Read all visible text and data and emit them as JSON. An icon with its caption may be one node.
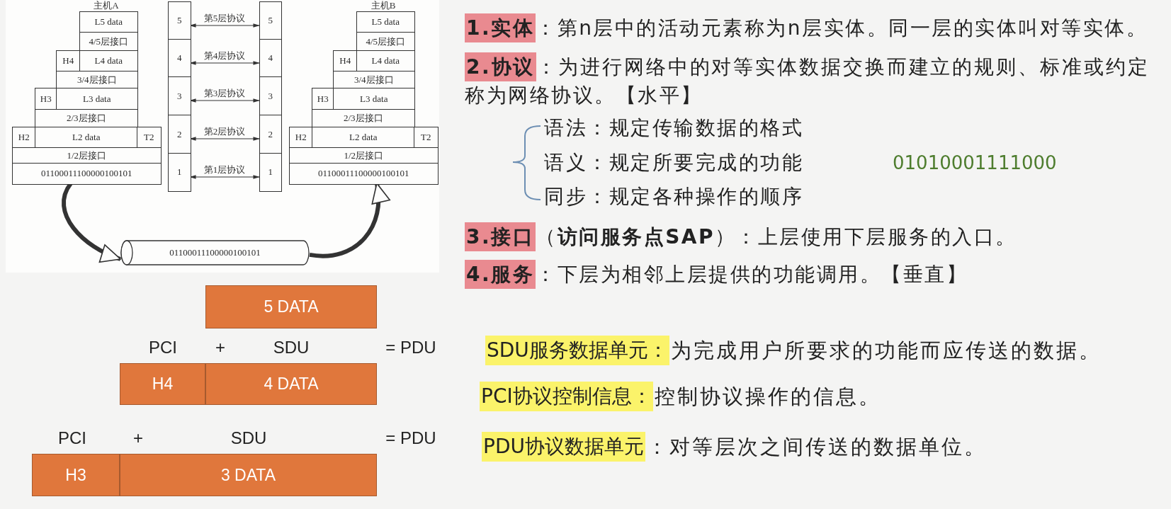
{
  "diagram": {
    "nodes": [
      {
        "text": [
          "L5 data"
        ]
      },
      {
        "text": [
          "4/5层接口"
        ]
      },
      {
        "text": [
          "H4"
        ]
      },
      {
        "text": [
          "L4 data"
        ]
      },
      {
        "text": [
          "3/4层接口"
        ]
      },
      {
        "text": [
          "H3"
        ]
      },
      {
        "text": [
          "L3 data"
        ]
      },
      {
        "text": [
          "2/3层接口"
        ]
      },
      {
        "text": [
          "H2"
        ]
      },
      {
        "text": [
          "L2 data"
        ]
      },
      {
        "text": [
          "T2"
        ]
      },
      {
        "text": [
          "1/2层接口"
        ]
      },
      {
        "text": [
          "01100011100000100101"
        ]
      },
      {
        "text": [
          "5"
        ]
      },
      {
        "text": [
          "5"
        ]
      },
      {
        "text": [
          "4"
        ]
      },
      {
        "text": [
          "4"
        ]
      },
      {
        "text": [
          "3"
        ]
      },
      {
        "text": [
          "3"
        ]
      },
      {
        "text": [
          "2"
        ]
      },
      {
        "text": [
          "2"
        ]
      },
      {
        "text": [
          "1"
        ]
      },
      {
        "text": [
          "1"
        ]
      },
      {
        "text": [
          "L5 data"
        ]
      },
      {
        "text": [
          "4/5层接口"
        ]
      },
      {
        "text": [
          "H4"
        ]
      },
      {
        "text": [
          "L4 data"
        ]
      },
      {
        "text": [
          "3/4层接口"
        ]
      },
      {
        "text": [
          "H3"
        ]
      },
      {
        "text": [
          "L3 data"
        ]
      },
      {
        "text": [
          "2/3层接口"
        ]
      },
      {
        "text": [
          "H2"
        ]
      },
      {
        "text": [
          "L2 data"
        ]
      },
      {
        "text": [
          "T2"
        ]
      },
      {
        "text": [
          "1/2层接口"
        ]
      },
      {
        "text": [
          "01100011100000100101"
        ]
      },
      {
        "text": [
          "01100011100000100101"
        ]
      },
      {
        "text": [
          "5 DATA"
        ]
      },
      {
        "text": [
          "H4"
        ]
      },
      {
        "text": [
          "4 DATA"
        ]
      },
      {
        "text": [
          "H3"
        ]
      },
      {
        "text": [
          "3 DATA"
        ]
      }
    ],
    "edges": [
      {
        "from": 13,
        "to": 14,
        "arrow": "both",
        "label": "第5层协议"
      },
      {
        "from": 15,
        "to": 16,
        "arrow": "both",
        "label": "第4层协议"
      },
      {
        "from": 17,
        "to": 18,
        "arrow": "both",
        "label": "第3层协议"
      },
      {
        "from": 19,
        "to": 20,
        "arrow": "both",
        "label": "第2层协议"
      },
      {
        "from": 21,
        "to": 22,
        "arrow": "both",
        "label": "第1层协议"
      },
      {
        "from": 12,
        "to": 36,
        "arrow": "to",
        "style": "thick"
      },
      {
        "from": 36,
        "to": 35,
        "arrow": "to",
        "style": "thick"
      }
    ],
    "labels": [
      "主机A",
      "主机B",
      "**1.实体**：第n层中的活动元素称为n层实体。同一层的实体叫对等实体。",
      "**2.协议**：为进行网络中的对等实体数据交换而建立的规则、标准或约定称为网络协议。【水平】",
      "语法：规定传输数据的格式",
      "语义：规定所要完成的功能",
      "01010001111000",
      "同步：规定各种操作的顺序",
      "**3.接口**（**访问服务点SAP**）：上层使用下层服务的入口。",
      "**4.服务**：下层为相邻上层提供的功能调用。【垂直】",
      "PCI",
      "+",
      "SDU",
      "= PDU",
      "SDU服务数据单元：",
      "为完成用户所要求的功能而应传送的数据。",
      "PCI协议控制信息：",
      "控制协议操作的信息。",
      "PCI",
      "+",
      "SDU",
      "= PDU",
      "PDU协议数据单元",
      "：对等层次之间传送的数据单位。"
    ]
  }
}
